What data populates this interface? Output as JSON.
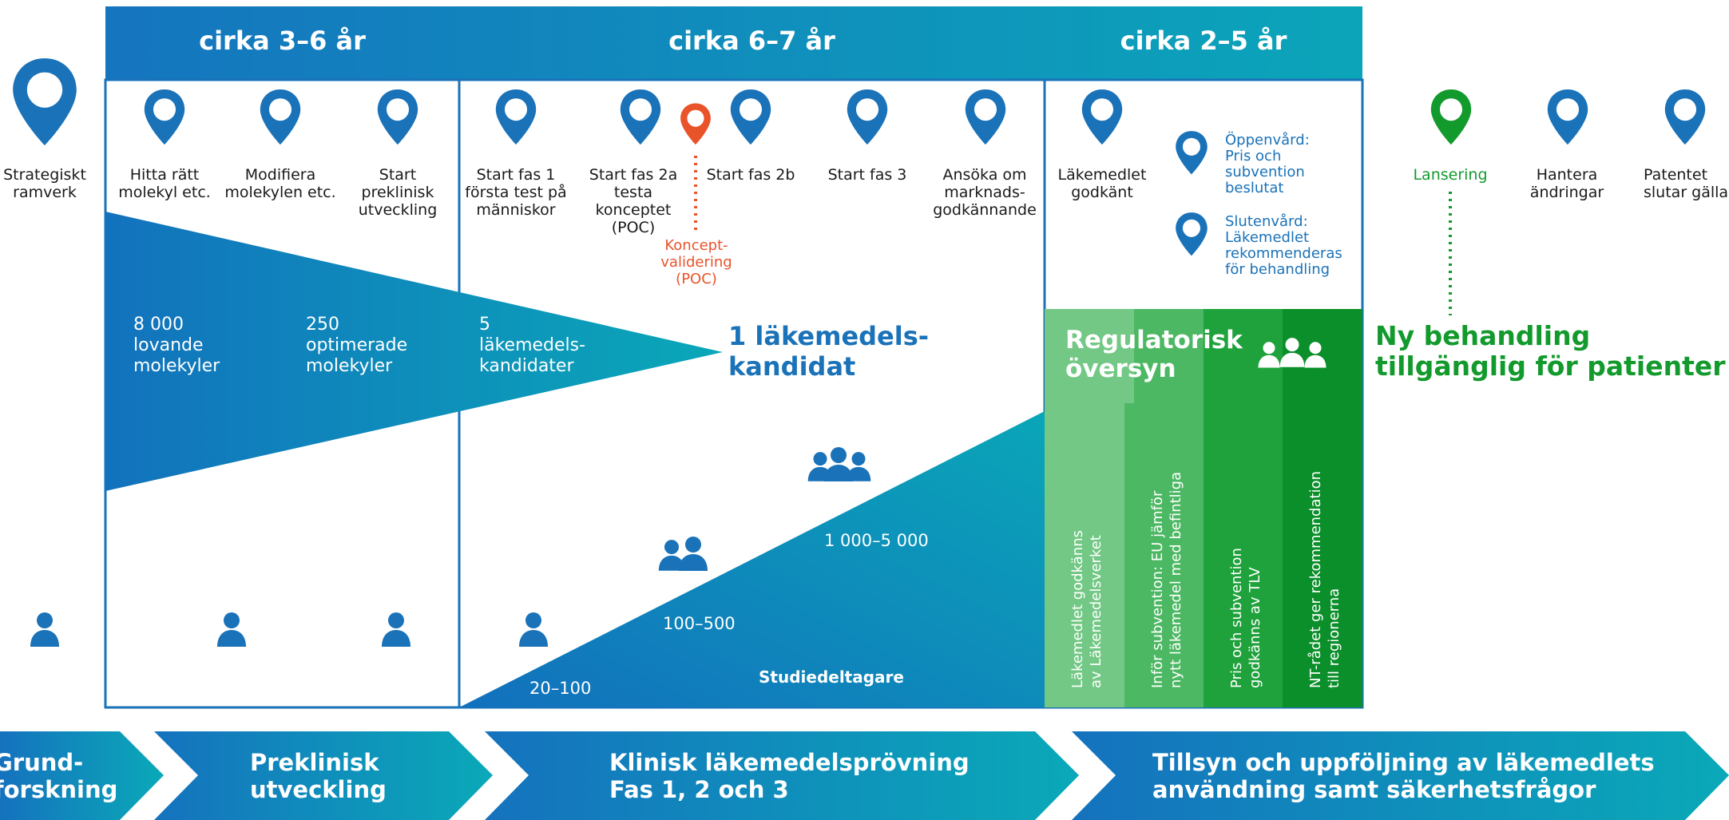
{
  "periods": [
    "cirka 3–6 år",
    "cirka 6–7 år",
    "cirka 2–5 år"
  ],
  "milestones": {
    "strategiskt": "Strategiskt\nramverk",
    "hitta": "Hitta rätt\nmolekyl etc.",
    "modifiera": "Modifiera\nmolekylen etc.",
    "start_preklinisk": "Start\npreklinisk\nutveckling",
    "fas1": "Start fas 1\nförsta test på\nmänniskor",
    "fas2a": "Start fas 2a\ntesta\nkonceptet\n(POC)",
    "fas2b": "Start fas 2b",
    "fas3": "Start fas 3",
    "ansoka": "Ansöka om\nmarknads-\ngodkännande",
    "godkant": "Läkemedlet\ngodkänt",
    "lansering": "Lansering",
    "hantera": "Hantera\nändringar",
    "patentet": "Patentet\nslutar gälla"
  },
  "koncept_validering": "Koncept-\nvalidering\n(POC)",
  "oppenvard": "Öppenvård:\nPris och\nsubvention\nbeslutat",
  "slutenvard": "Slutenvård:\nLäkemedlet\nrekommenderas\nför behandling",
  "funnel": {
    "stage1": "8 000\nlovande\nmolekyler",
    "stage2": "250\noptimerade\nmolekyler",
    "stage3": "5\nläkemedels-\nkandidater",
    "result": "1 läkemedels-\nkandidat"
  },
  "participants": {
    "p1": "20–100",
    "p2": "100–500",
    "p3": "1 000–5 000",
    "label": "Studiedeltagare"
  },
  "regulatory": {
    "title": "Regulatorisk\növersyn",
    "steps": [
      "Läkemedlet godkänns\nav Läkemedelsverket",
      "Inför subvention: EU jämför\nnytt läkemedel med befintliga",
      "Pris och subvention\ngodkänns av TLV",
      "NT-rådet ger rekommendation\ntill regionerna"
    ]
  },
  "ny_behandling": "Ny behandling\ntillgänglig för patienter",
  "phases": [
    "Grund-\nforskning",
    "Preklinisk\nutveckling",
    "Klinisk läkemedelsprövning\nFas 1, 2 och 3",
    "Tillsyn och uppföljning av läkemedlets\nanvändning samt säkerhetsfrågor"
  ],
  "colors": {
    "blue": "#1a72b8",
    "teal": "#0aa3b8",
    "green": "#139a2d",
    "orange": "#e9532a"
  }
}
